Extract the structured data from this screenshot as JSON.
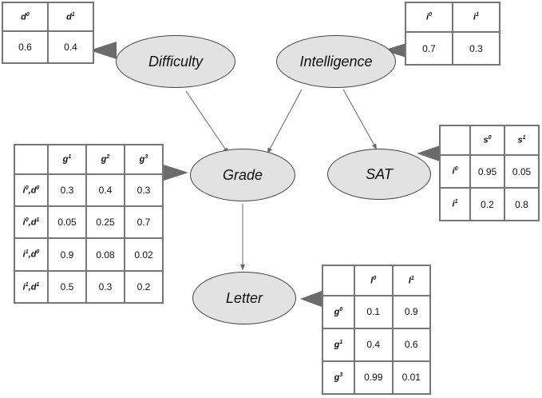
{
  "nodes": {
    "difficulty": "Difficulty",
    "intelligence": "Intelligence",
    "grade": "Grade",
    "sat": "SAT",
    "letter": "Letter"
  },
  "tables": {
    "difficulty": {
      "headers": [
        [
          "d",
          "0"
        ],
        [
          "d",
          "1"
        ]
      ],
      "rows": [
        [
          "0.6",
          "0.4"
        ]
      ]
    },
    "intelligence": {
      "headers": [
        [
          "i",
          "0"
        ],
        [
          "i",
          "1"
        ]
      ],
      "rows": [
        [
          "0.7",
          "0.3"
        ]
      ]
    },
    "sat": {
      "headers": [
        [
          "s",
          "0"
        ],
        [
          "s",
          "1"
        ]
      ],
      "row_labels": [
        [
          [
            "i",
            "0"
          ]
        ],
        [
          [
            "i",
            "1"
          ]
        ]
      ],
      "rows": [
        [
          "0.95",
          "0.05"
        ],
        [
          "0.2",
          "0.8"
        ]
      ]
    },
    "grade": {
      "headers": [
        [
          "g",
          "1"
        ],
        [
          "g",
          "2"
        ],
        [
          "g",
          "3"
        ]
      ],
      "row_labels": [
        [
          [
            "i",
            "0"
          ],
          [
            "d",
            "0"
          ]
        ],
        [
          [
            "i",
            "0"
          ],
          [
            "d",
            "1"
          ]
        ],
        [
          [
            "i",
            "1"
          ],
          [
            "d",
            "0"
          ]
        ],
        [
          [
            "i",
            "1"
          ],
          [
            "d",
            "1"
          ]
        ]
      ],
      "rows": [
        [
          "0.3",
          "0.4",
          "0.3"
        ],
        [
          "0.05",
          "0.25",
          "0.7"
        ],
        [
          "0.9",
          "0.08",
          "0.02"
        ],
        [
          "0.5",
          "0.3",
          "0.2"
        ]
      ]
    },
    "letter": {
      "headers": [
        [
          "l",
          "0"
        ],
        [
          "l",
          "1"
        ]
      ],
      "row_labels": [
        [
          [
            "g",
            "0"
          ]
        ],
        [
          [
            "g",
            "1"
          ]
        ],
        [
          [
            "g",
            "3"
          ]
        ]
      ],
      "rows": [
        [
          "0.1",
          "0.9"
        ],
        [
          "0.4",
          "0.6"
        ],
        [
          "0.99",
          "0.01"
        ]
      ]
    }
  },
  "edges": [
    [
      "difficulty",
      "grade"
    ],
    [
      "intelligence",
      "grade"
    ],
    [
      "intelligence",
      "sat"
    ],
    [
      "grade",
      "letter"
    ]
  ],
  "colors": {
    "node_fill": "#e2e2e2",
    "node_border": "#444444",
    "table_border": "#777777",
    "pointer": "#6b6b6b",
    "edge": "#666666"
  }
}
